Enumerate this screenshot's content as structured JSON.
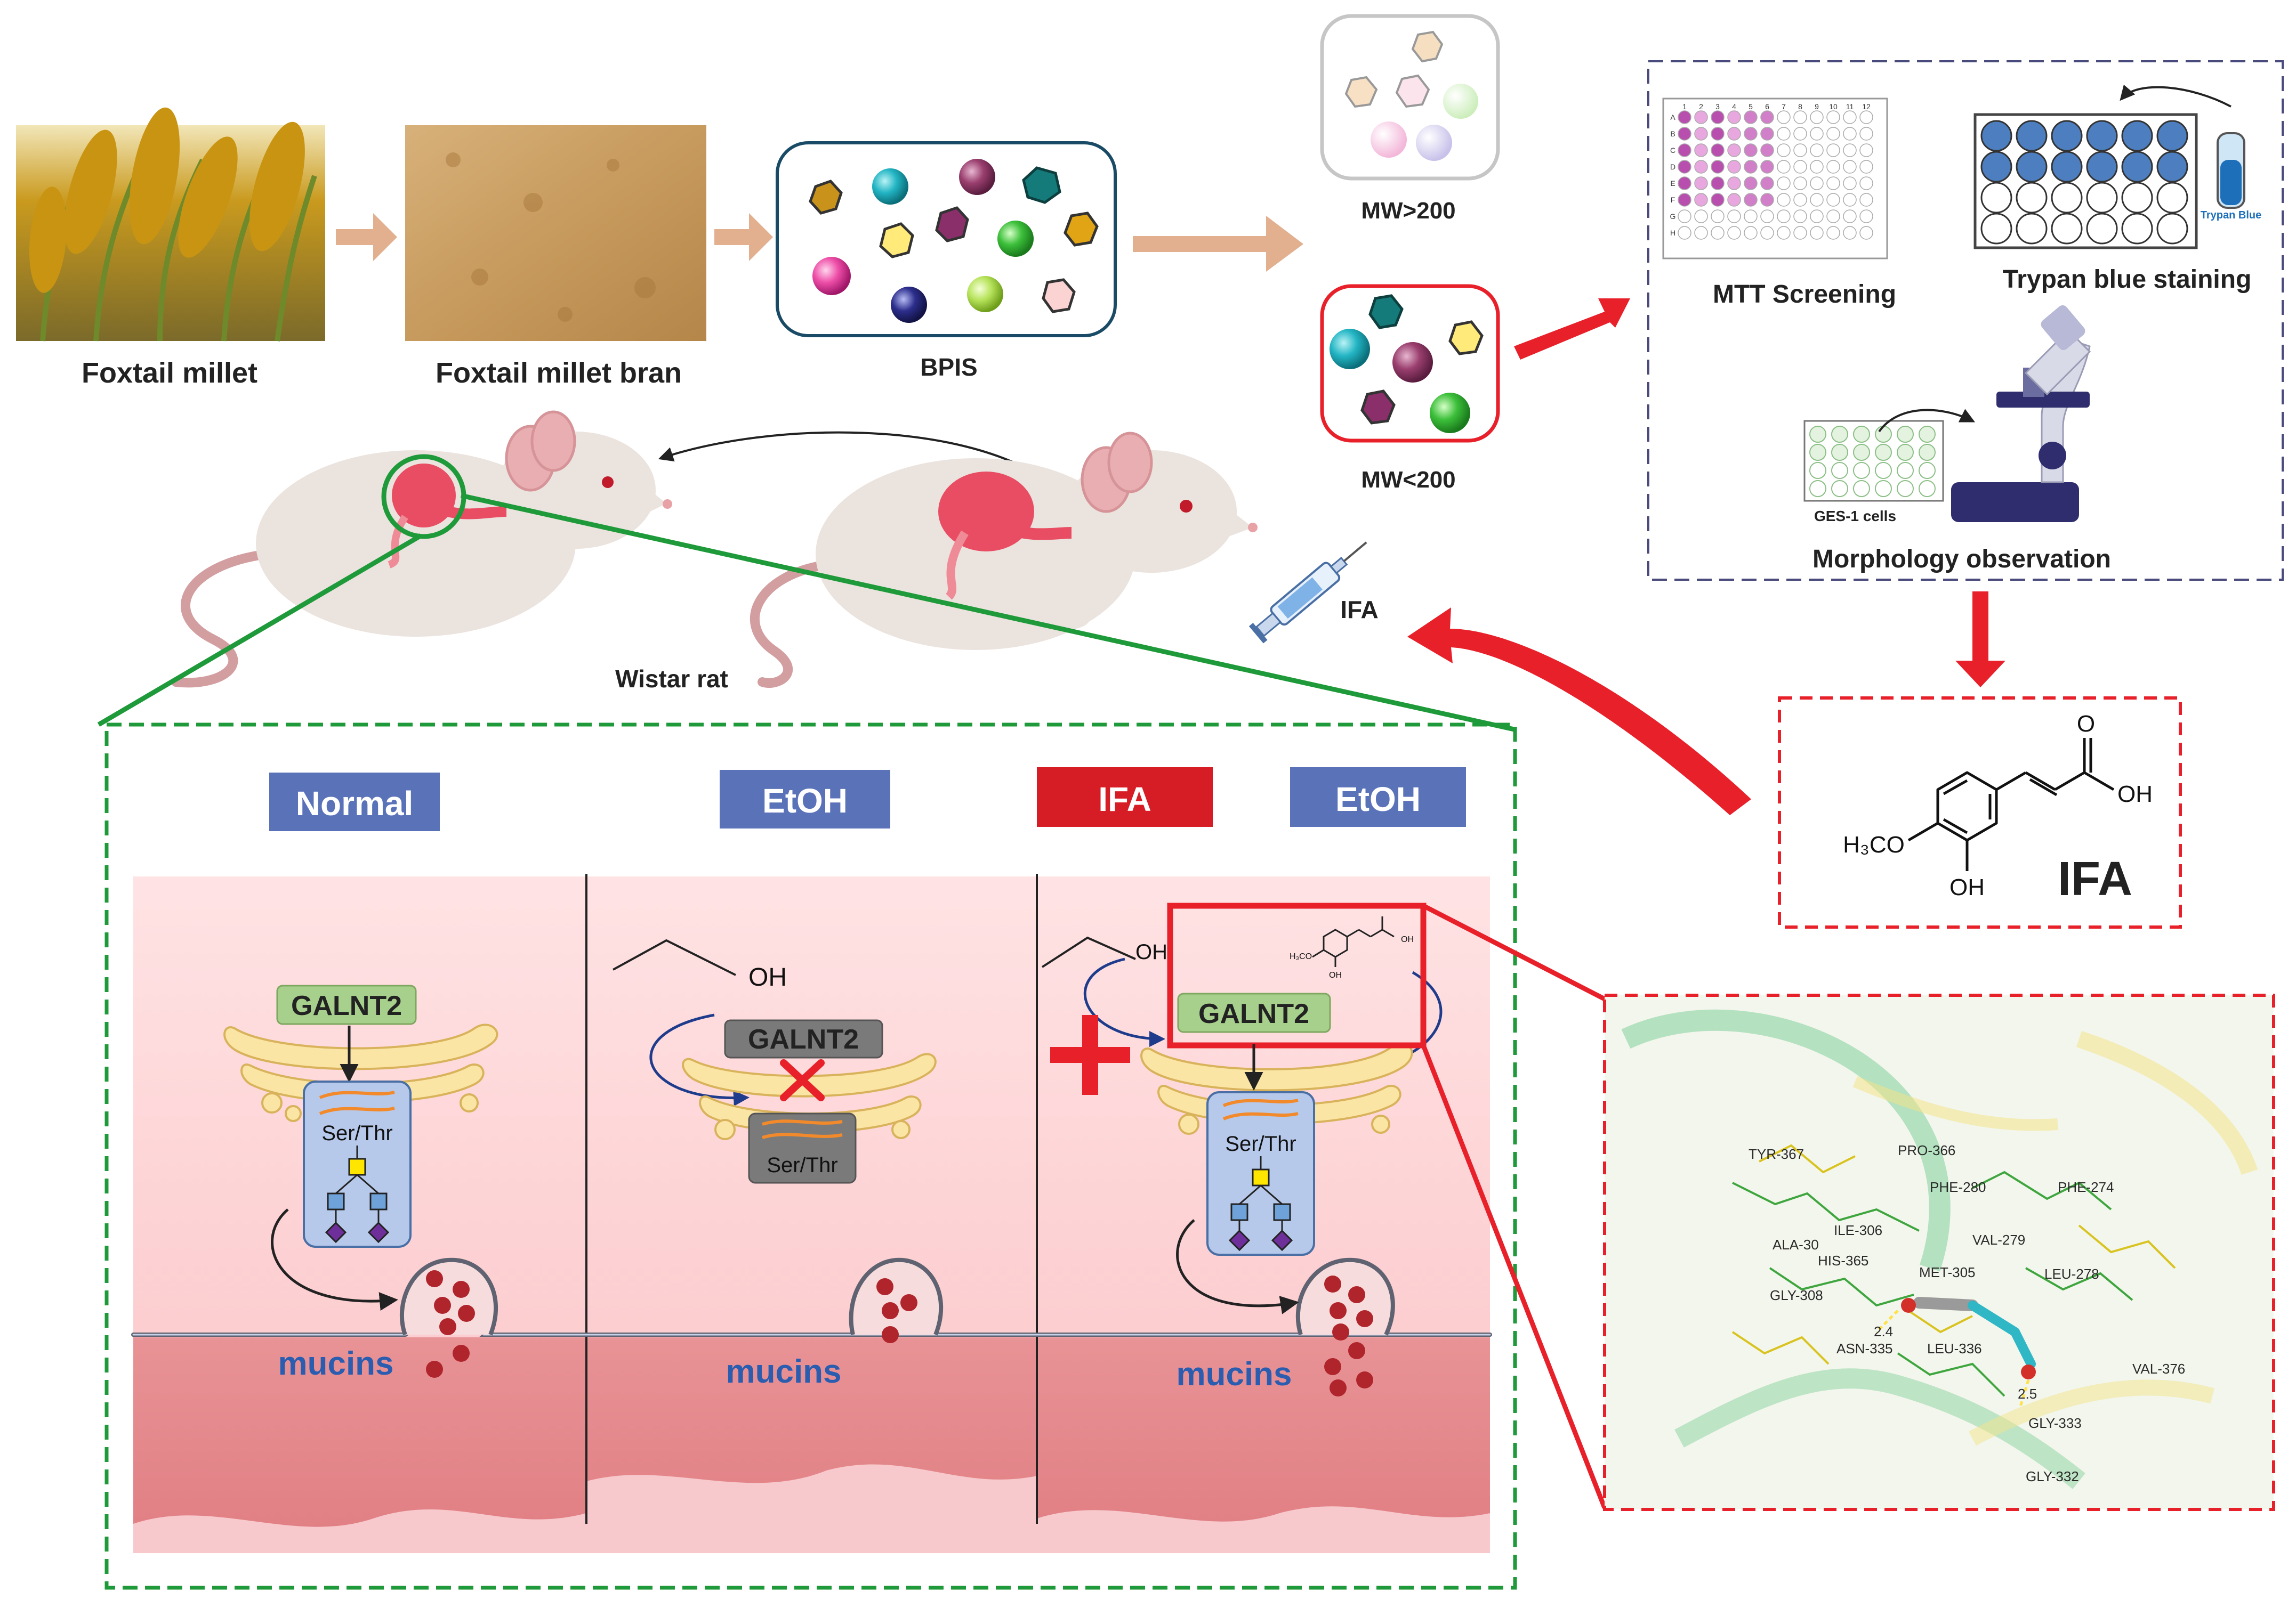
{
  "top": {
    "foxtail_millet": "Foxtail millet",
    "foxtail_millet_bran": "Foxtail millet bran",
    "bpis": "BPIS",
    "mw_high": "MW>200",
    "mw_low": "MW<200"
  },
  "screening": {
    "mtt": "MTT Screening",
    "trypan": "Trypan blue staining",
    "trypan_tube": "Trypan Blue",
    "ges_cells": "GES-1 cells",
    "morphology": "Morphology observation",
    "plate_cols": [
      "1",
      "2",
      "3",
      "4",
      "5",
      "6",
      "7",
      "8",
      "9",
      "10",
      "11",
      "12"
    ],
    "plate_rows": [
      "A",
      "B",
      "C",
      "D",
      "E",
      "F",
      "G",
      "H"
    ]
  },
  "rat": {
    "label": "Wistar  rat",
    "injection": "IFA"
  },
  "compound": {
    "name": "IFA",
    "methoxy": "H₃CO",
    "oh_acid": "OH",
    "oh_ring": "OH",
    "carbonyl": "O"
  },
  "panels": {
    "normal": "Normal",
    "etoh_1": "EtOH",
    "ifa": "IFA",
    "etoh_2": "EtOH",
    "galnt2": "GALNT2",
    "ser_thr": "Ser/Thr",
    "mucins": "mucins",
    "ethanol_oh": "OH",
    "mini_methoxy": "H₃CO",
    "mini_oh_ring": "OH",
    "mini_oh_acid": "OH"
  },
  "docking": {
    "residues": [
      "TYR-367",
      "PRO-366",
      "PHE-280",
      "PHE-274",
      "ILE-306",
      "ALA-30",
      "HIS-365",
      "VAL-279",
      "MET-305",
      "LEU-278",
      "GLY-308",
      "2.4",
      "ASN-335",
      "LEU-336",
      "2.5",
      "VAL-376",
      "GLY-333",
      "GLY-332"
    ]
  },
  "colors": {
    "arrow_tan": "#e2b08f",
    "red": "#e8202a",
    "green_dash": "#1f9a3a",
    "navy_dash": "#4a4b7d",
    "label_blue": "#5a73b8",
    "mucin_red": "#b0242b",
    "mucins_text": "#2a5db0",
    "galnt2_green": "#a8d08d"
  }
}
